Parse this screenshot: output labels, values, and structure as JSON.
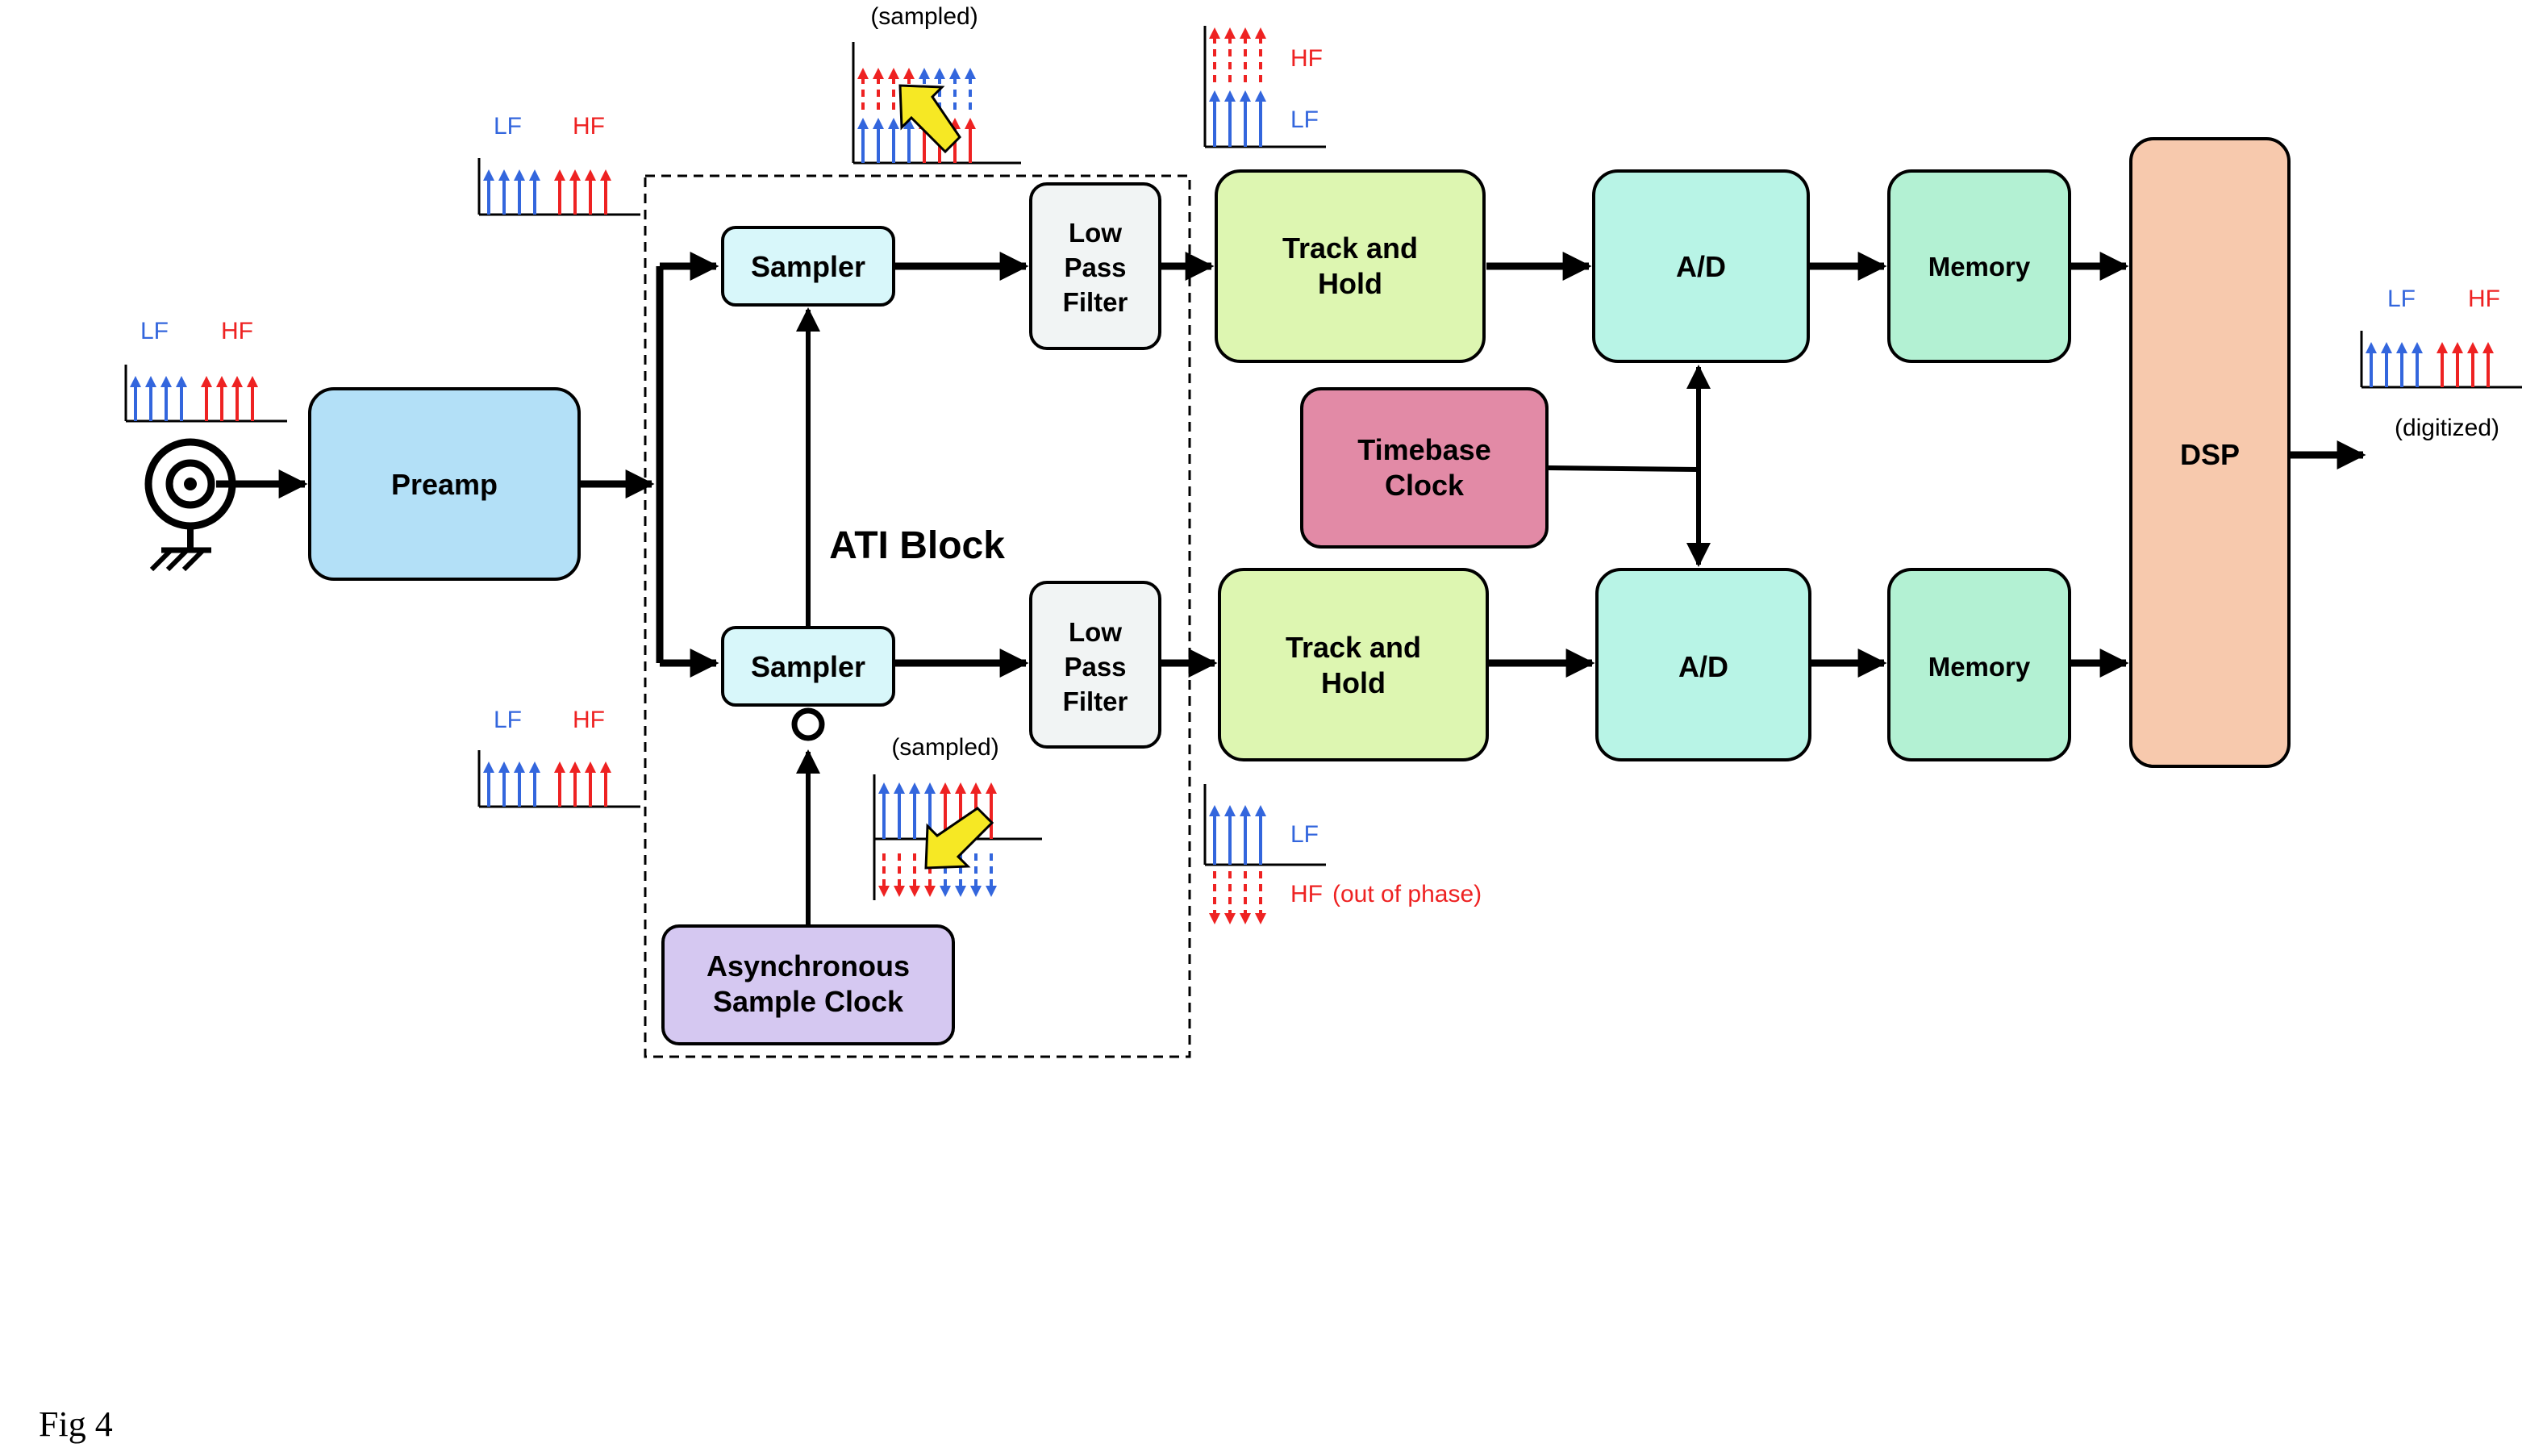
{
  "figure_label": "Fig 4",
  "colors": {
    "preamp": "#b3e0f7",
    "sampler": "#d8f7fa",
    "lpf": "#f1f4f4",
    "track_hold": "#ddf6b1",
    "ad": "#b8f4e6",
    "memory": "#b3f1d3",
    "dsp": "#f7c9ad",
    "timebase": "#e28aa6",
    "async_clock": "#d5c8f1",
    "lf": "#3366dd",
    "hf": "#ee2222",
    "marker": "#f6e824"
  },
  "blocks": {
    "preamp": "Preamp",
    "sampler_top": "Sampler",
    "sampler_bottom": "Sampler",
    "lpf_top": [
      "Low",
      "Pass",
      "Filter"
    ],
    "lpf_bottom": [
      "Low",
      "Pass",
      "Filter"
    ],
    "track_hold_top": [
      "Track and",
      "Hold"
    ],
    "track_hold_bottom": [
      "Track and",
      "Hold"
    ],
    "ad_top": "A/D",
    "ad_bottom": "A/D",
    "memory_top": "Memory",
    "memory_bottom": "Memory",
    "dsp": "DSP",
    "timebase_clock": [
      "Timebase",
      "Clock"
    ],
    "async_clock": [
      "Asynchronous",
      "Sample Clock"
    ],
    "ati_block": "ATI Block"
  },
  "spectra": {
    "lf": "LF",
    "hf": "HF",
    "sampled": "(sampled)",
    "digitized": "(digitized)",
    "out_of_phase": "(out of phase)"
  },
  "icons": {
    "antenna": "antenna-icon",
    "ground": "ground-icon",
    "inverter": "inverter-bubble-icon",
    "spectrum": "spectrum-plot-icon"
  }
}
